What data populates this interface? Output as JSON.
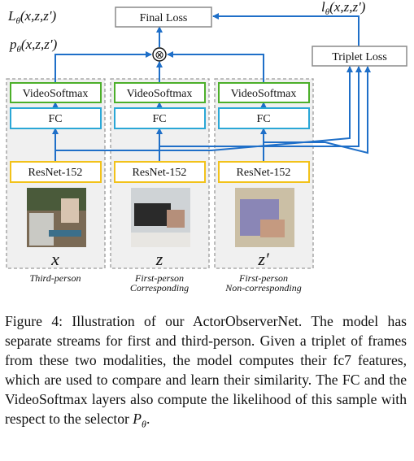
{
  "labels": {
    "loss_symbol": "L",
    "prob_symbol": "p",
    "triplet_symbol": "l",
    "subscript": "θ",
    "args": "(x,z,z′)"
  },
  "boxes": {
    "final_loss": "Final Loss",
    "triplet_loss": "Triplet Loss",
    "multiply_symbol": "⊗"
  },
  "streams": [
    {
      "softmax": "VideoSoftmax",
      "fc": "FC",
      "backbone": "ResNet-152",
      "variable": "x",
      "label_lines": [
        "Third-person"
      ]
    },
    {
      "softmax": "VideoSoftmax",
      "fc": "FC",
      "backbone": "ResNet-152",
      "variable": "z",
      "label_lines": [
        "First-person",
        "Corresponding"
      ]
    },
    {
      "softmax": "VideoSoftmax",
      "fc": "FC",
      "backbone": "ResNet-152",
      "variable": "z′",
      "label_lines": [
        "First-person",
        "Non-corresponding"
      ]
    }
  ],
  "caption": {
    "prefix": "Figure 4: Illustration of our ActorObserverNet. The model has separate streams for first and third-person. Given a triplet of frames from these two modalities, the model computes their fc7 features, which are used to compare and learn their similarity. The FC and the VideoSoftmax layers also compute the likelihood of this sample with respect to the selector ",
    "symbol": "P",
    "subscript": "θ",
    "suffix": "."
  },
  "colors": {
    "arrow": "#1f6fc8",
    "softmax_border": "#4caf2a",
    "fc_border": "#2aa7d6",
    "resnet_border": "#f2c21a",
    "stream_border": "#9a9a9a",
    "stream_fill": "#f0f0f0",
    "grey_box_border": "#8a8a8a"
  }
}
